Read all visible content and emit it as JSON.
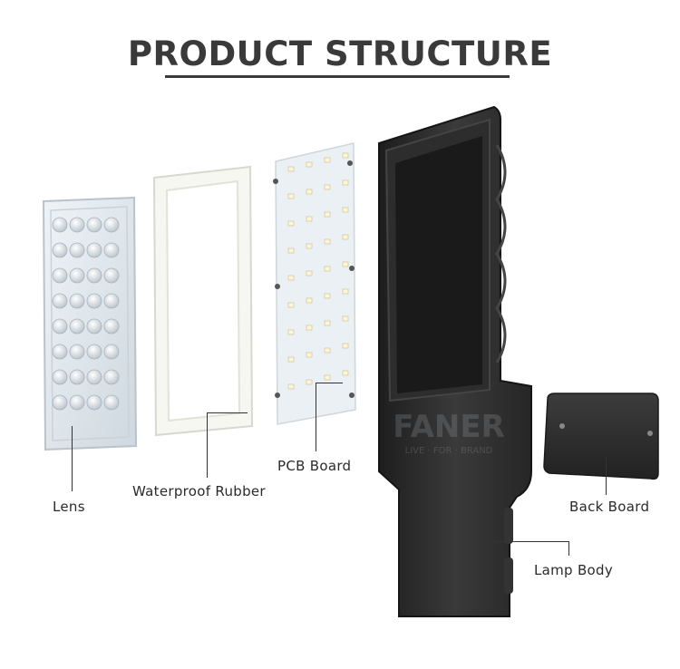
{
  "title": "PRODUCT STRUCTURE",
  "watermark": {
    "brand": "FANER",
    "tagline": "LIVE · FOR · BRAND"
  },
  "components": {
    "lens": "Lens",
    "waterproof_rubber": "Waterproof Rubber",
    "pcb_board": "PCB Board",
    "back_board": "Back Board",
    "lamp_body": "Lamp Body"
  },
  "colors": {
    "title": "#3a3a3a",
    "lamp_body": "#2b2b2b",
    "pcb": "#e9f0f5",
    "lens": "#dfe7ee"
  }
}
